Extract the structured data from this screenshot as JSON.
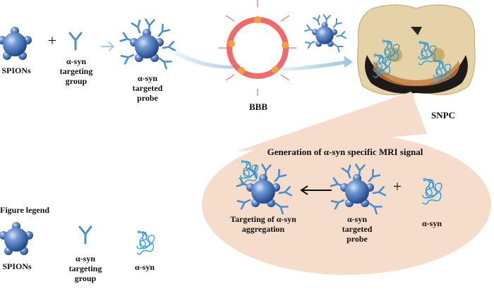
{
  "top": {
    "spions": "SPIONs",
    "plus": "+",
    "targeting_group": "α-syn\ntargeting\ngroup",
    "targeted_probe": "α-syn\ntargeted\nprobe",
    "bbb": "BBB",
    "snpc": "SNPC"
  },
  "bubble": {
    "title": "Generation of α-syn specific MRI signal",
    "targeting_aggregation": "Targeting of α-syn\naggregation",
    "targeted_probe": "α-syn\ntargeted\nprobe",
    "plus": "+",
    "asyn": "α-syn"
  },
  "legend": {
    "title": "Figure legend",
    "spions": "SPIONs",
    "targeting_group": "α-syn\ntargeting\ngroup",
    "asyn": "α-syn"
  },
  "colors": {
    "sphere": "#3d6fb8",
    "antibody": "#4a8fd0",
    "protein": "#3aa6e0",
    "bbb_ring": "#f06a6a",
    "bbb_node": "#f0a040",
    "bubble": "#f6dccb",
    "brain": "#e6d2a8"
  }
}
